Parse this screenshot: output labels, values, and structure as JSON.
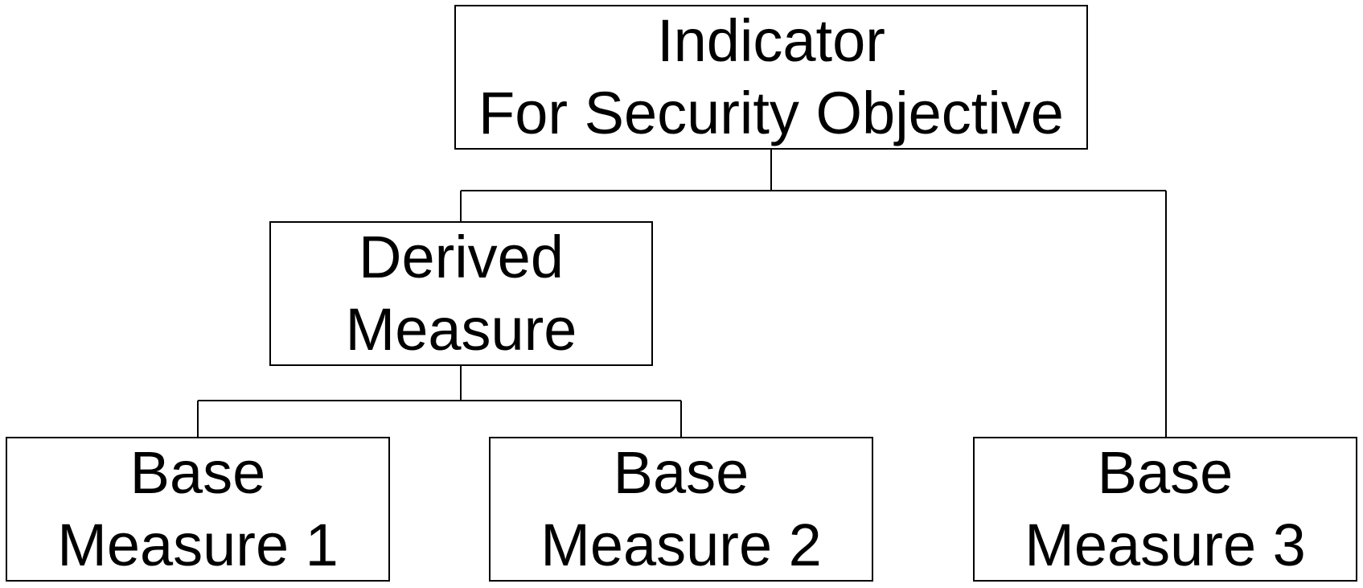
{
  "diagram": {
    "root": {
      "line1": "Indicator",
      "line2": "For Security Objective"
    },
    "derived": {
      "line1": "Derived",
      "line2": "Measure"
    },
    "base1": {
      "line1": "Base",
      "line2": "Measure 1"
    },
    "base2": {
      "line1": "Base",
      "line2": "Measure 2"
    },
    "base3": {
      "line1": "Base",
      "line2": "Measure 3"
    },
    "connector_color": "#000000",
    "box_border_color": "#000000"
  }
}
